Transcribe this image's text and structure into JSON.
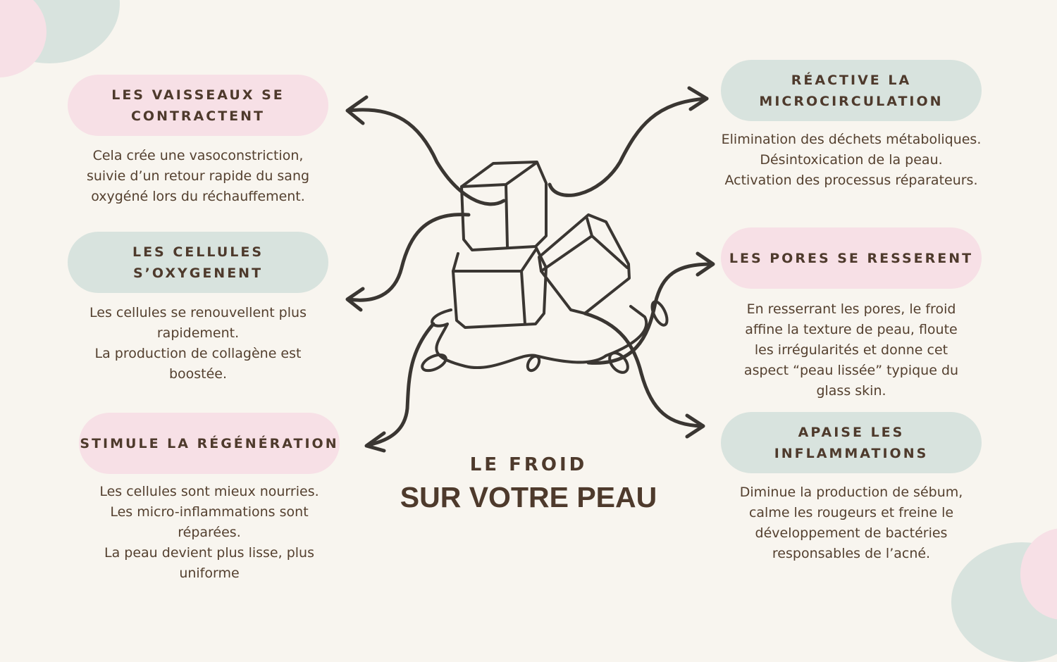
{
  "title": {
    "line1": "LE FROID",
    "line2": "SUR VOTRE PEAU"
  },
  "colors": {
    "background": "#f8f5ef",
    "pink": "#f7e0e6",
    "sage": "#d8e3de",
    "text": "#4e3a2c"
  },
  "cards": [
    {
      "heading": "LES VAISSEAUX  SE CONTRACTENT",
      "text": "Cela crée une vasoconstriction,\nsuivie d’un retour rapide du sang\noxygéné lors du réchauffement."
    },
    {
      "heading": "LES CELLULES S’OXYGENENT",
      "text": "Les cellules se renouvellent plus\nrapidement.\nLa production de collagène est\nboostée."
    },
    {
      "heading": "STIMULE LA RÉGÉNÉRATION",
      "text": "Les cellules sont mieux nourries.\nLes micro-inflammations sont\nréparées.\nLa peau devient plus lisse, plus\nuniforme"
    },
    {
      "heading": "RÉACTIVE LA MICROCIRCULATION",
      "text": "Elimination des déchets métaboliques.\nDésintoxication de la peau.\nActivation des processus réparateurs."
    },
    {
      "heading": "LES PORES SE RESSERENT",
      "text": "En resserrant les pores, le froid\naffine la texture de peau, floute\nles irrégularités et donne cet\naspect “peau lissée” typique du\nglass skin."
    },
    {
      "heading": "APAISE LES INFLAMMATIONS",
      "text": "Diminue la production de sébum,\ncalme les rougeurs et freine le\ndéveloppement de bactéries\nresponsables de l’acné."
    }
  ]
}
